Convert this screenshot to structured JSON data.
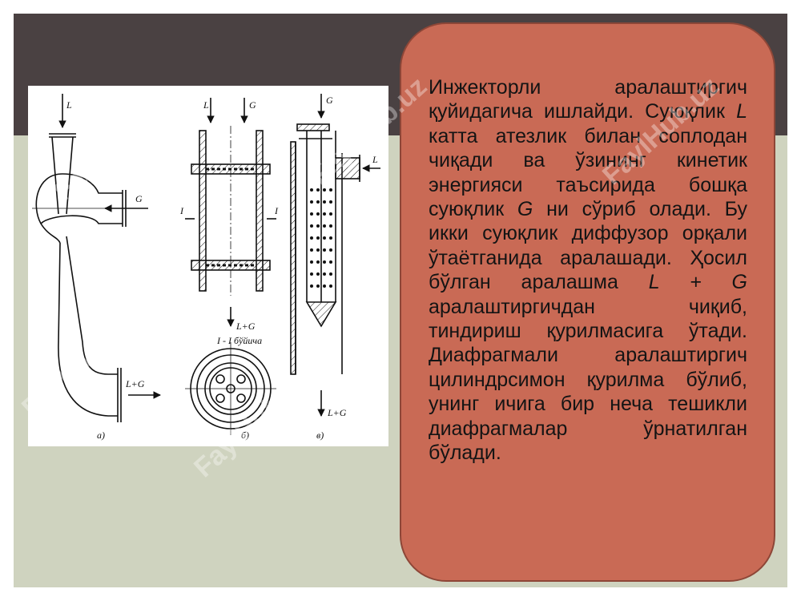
{
  "text_box": {
    "line1": "Инжекторли аралаштиргич қуйидагича ишлайди. Суюқлик ",
    "var1": "L",
    "line2": " катта атезлик билан соплодан чиқади ва ўзининг кинетик энергияси таъсирида бошқа суюқлик ",
    "var2": "G",
    "line3": " ни сўриб олади. Бу икки суюқлик диффузор орқали ўтаётганида аралашади. Ҳосил бўлган аралашма ",
    "var3": "L + G",
    "line4": " аралаштиргичдан чиқиб, тиндириш қурилмасига ўтади. Диафрагмали аралаштиргич цилиндрсимон қурилма бўлиб, унинг ичига бир неча тешикли диафрагмалар ўрнатилган бўлади."
  },
  "figure": {
    "label_L": "L",
    "label_G": "G",
    "label_LG": "L+G",
    "label_I": "I",
    "section_label": "I - I бўйича",
    "caption_a": "а)",
    "caption_b": "б)",
    "caption_c": "в)"
  },
  "watermark": "FaylHub.uz",
  "colors": {
    "top_bar": "#4a4142",
    "background": "#cfd3bf",
    "text_box": "#c96a55",
    "text_box_border": "#8d4637"
  }
}
